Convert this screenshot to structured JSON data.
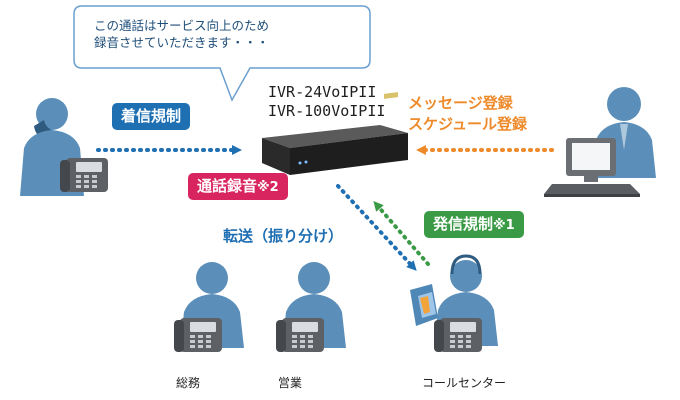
{
  "speech_bubble": {
    "line1": "この通話はサービス向上のため",
    "line2": "録音させていただきます・・・"
  },
  "device": {
    "name1": "IVR-24VoIPII",
    "name2": "IVR-100VoIPII"
  },
  "labels": {
    "incoming_restriction": "着信規制",
    "call_recording": "通話録音",
    "call_recording_note": "※2",
    "transfer": "転送（振り分け）",
    "outgoing_restriction": "発信規制",
    "outgoing_restriction_note": "※1",
    "message_registration": "メッセージ登録",
    "schedule_registration": "スケジュール登録"
  },
  "departments": {
    "general_affairs": "総務",
    "sales": "営業",
    "call_center": "コールセンター"
  },
  "colors": {
    "incoming_blue": "#1f6fb3",
    "recording_pink": "#d8245f",
    "outgoing_green": "#3a9a45",
    "registration_orange": "#ee8a2a",
    "person_blue": "#5b8fb9"
  }
}
